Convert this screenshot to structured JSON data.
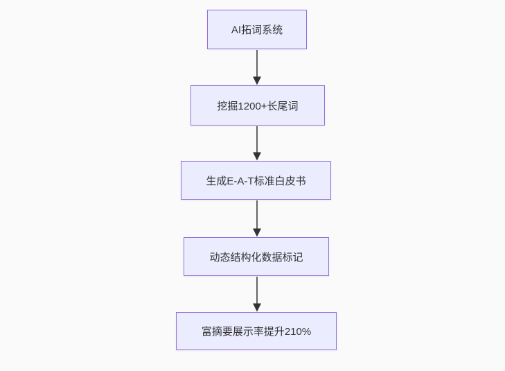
{
  "flowchart": {
    "type": "flowchart",
    "direction": "top-down",
    "nodes": [
      "AI拓词系统",
      "挖掘1200+长尾词",
      "生成E-A-T标准白皮书",
      "动态结构化数据标记",
      "富摘要展示率提升210%"
    ],
    "edges": [
      {
        "from": 0,
        "to": 1
      },
      {
        "from": 1,
        "to": 2
      },
      {
        "from": 2,
        "to": 3
      },
      {
        "from": 3,
        "to": 4
      }
    ],
    "colors": {
      "node_fill": "#ececff",
      "node_border": "#9370db",
      "node_text": "#333333",
      "arrow": "#333333",
      "background": "#fafafa"
    }
  }
}
